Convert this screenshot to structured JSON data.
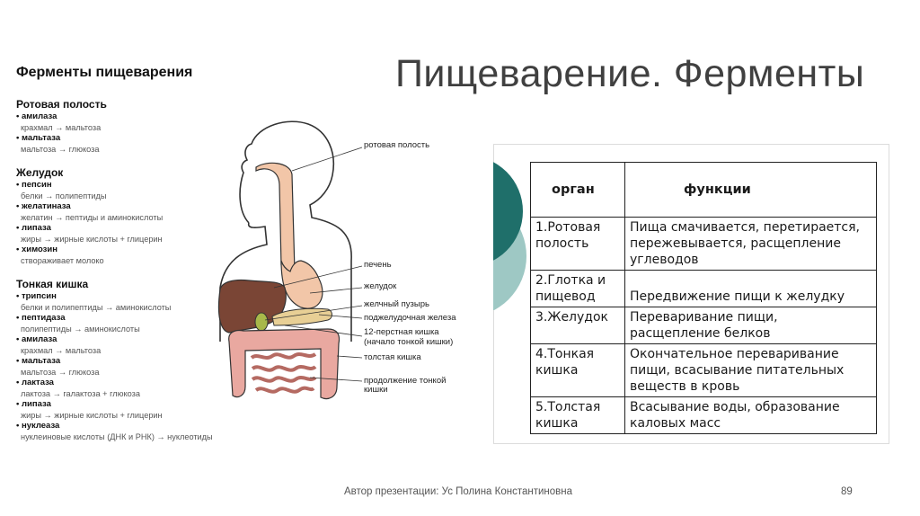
{
  "slide": {
    "title": "Пищеварение. Ферменты",
    "footer": "Автор презентации: Ус Полина Константиновна",
    "page_number": "89"
  },
  "enzymes_panel": {
    "heading": "Ферменты пищеварения",
    "sections": [
      {
        "title": "Ротовая полость",
        "enzymes": [
          {
            "name": "• амилаза",
            "desc": "крахмал → мальтоза"
          },
          {
            "name": "• мальтаза",
            "desc": "мальтоза → глюкоза"
          }
        ]
      },
      {
        "title": "Желудок",
        "enzymes": [
          {
            "name": "• пепсин",
            "desc": "белки → полипептиды"
          },
          {
            "name": "• желатиназа",
            "desc": "желатин → пептиды и аминокислоты"
          },
          {
            "name": "• липаза",
            "desc": "жиры → жирные кислоты + глицерин"
          },
          {
            "name": "• химозин",
            "desc": "створаживает молоко"
          }
        ]
      },
      {
        "title": "Тонкая кишка",
        "enzymes": [
          {
            "name": "• трипсин",
            "desc": "белки и полипептиды → аминокислоты"
          },
          {
            "name": "• пептидаза",
            "desc": "полипептиды → аминокислоты"
          },
          {
            "name": "• амилаза",
            "desc": "крахмал → мальтоза"
          },
          {
            "name": "• мальтаза",
            "desc": "мальтоза → глюкоза"
          },
          {
            "name": "• лактаза",
            "desc": "лактоза → галактоза + глюкоза"
          },
          {
            "name": "• липаза",
            "desc": "жиры → жирные кислоты + глицерин"
          },
          {
            "name": "• нуклеаза",
            "desc": "нуклеиновые кислоты (ДНК и РНК) → нуклеотиды"
          }
        ]
      }
    ]
  },
  "diagram": {
    "labels": {
      "mouth": "ротовая полость",
      "liver": "печень",
      "stomach": "желудок",
      "gallbladder": "желчный пузырь",
      "pancreas": "поджелудочная железа",
      "duodenum_1": "12-перстная кишка",
      "duodenum_2": "(начало тонкой кишки)",
      "colon": "толстая кишка",
      "small_intestine_1": "продолжение тонкой",
      "small_intestine_2": "кишки"
    },
    "colors": {
      "liver": "#7a4535",
      "stomach": "#f2c6a8",
      "pancreas": "#e8cf95",
      "intestine": "#e9a8a0",
      "esophagus": "#f2c6a8",
      "outline": "#333333"
    }
  },
  "functions_table": {
    "headers": {
      "organ": "орган",
      "function": "функции"
    },
    "rows": [
      {
        "organ_1": "1.Ротовая",
        "organ_2": "полость",
        "function": "Пища смачивается, перетирается, пережевывается, расщепление углеводов"
      },
      {
        "organ_1": "2.Глотка и",
        "organ_2": "пищевод",
        "function": "Передвижение пищи к желудку"
      },
      {
        "organ_1": "3.Желудок",
        "organ_2": "",
        "function": "Переваривание пищи, расщепление белков"
      },
      {
        "organ_1": "4.Тонкая",
        "organ_2": "кишка",
        "function": "Окончательное переваривание пищи, всасывание питательных веществ в кровь"
      },
      {
        "organ_1": "5.Толстая",
        "organ_2": "кишка",
        "function": "Всасывание воды, образование каловых масс"
      }
    ]
  },
  "theme": {
    "accent_teal": "#1f6f6a",
    "accent_light": "#9ec8c4"
  }
}
